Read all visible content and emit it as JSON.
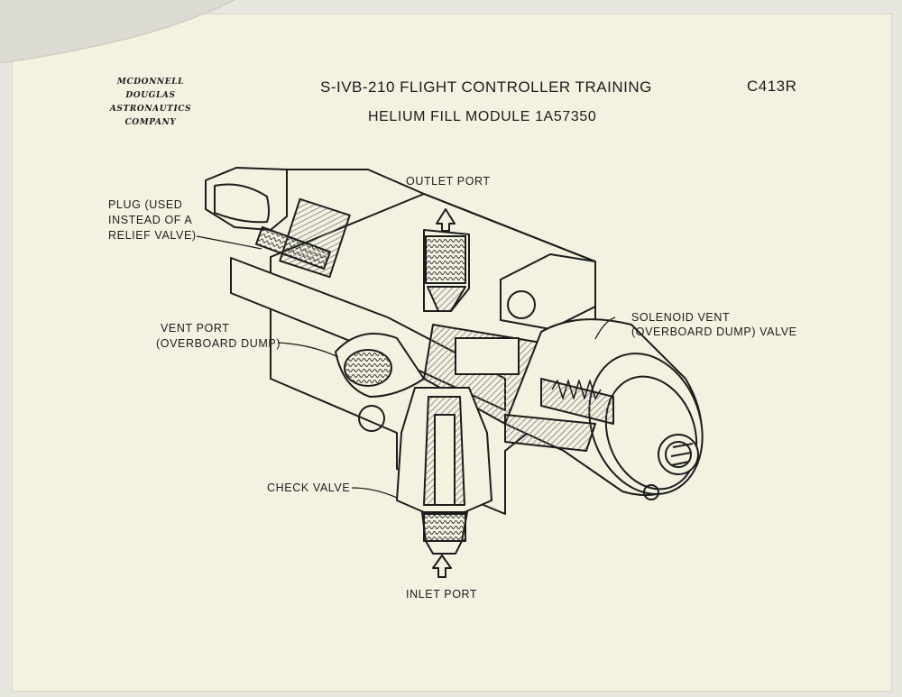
{
  "header": {
    "company_lines": [
      "MCDONNELL",
      "DOUGLAS",
      "ASTRONAUTICS",
      "COMPANY"
    ],
    "title": "S-IVB-210 FLIGHT CONTROLLER TRAINING",
    "subtitle": "HELIUM FILL MODULE 1A57350",
    "doc_code": "C413R"
  },
  "labels": {
    "outlet_port": "OUTLET PORT",
    "plug_line1": "PLUG (USED",
    "plug_line2": "INSTEAD OF A",
    "plug_line3": "RELIEF VALVE)",
    "vent_line1": "VENT PORT",
    "vent_line2": "(OVERBOARD DUMP)",
    "solenoid_line1": "SOLENOID VENT",
    "solenoid_line2": "(OVERBOARD DUMP) VALVE",
    "check_valve": "CHECK VALVE",
    "inlet_port": "INLET PORT"
  },
  "colors": {
    "paper": "#f3f1e0",
    "ink": "#1c1c1c",
    "hatch": "#7a7a78"
  }
}
